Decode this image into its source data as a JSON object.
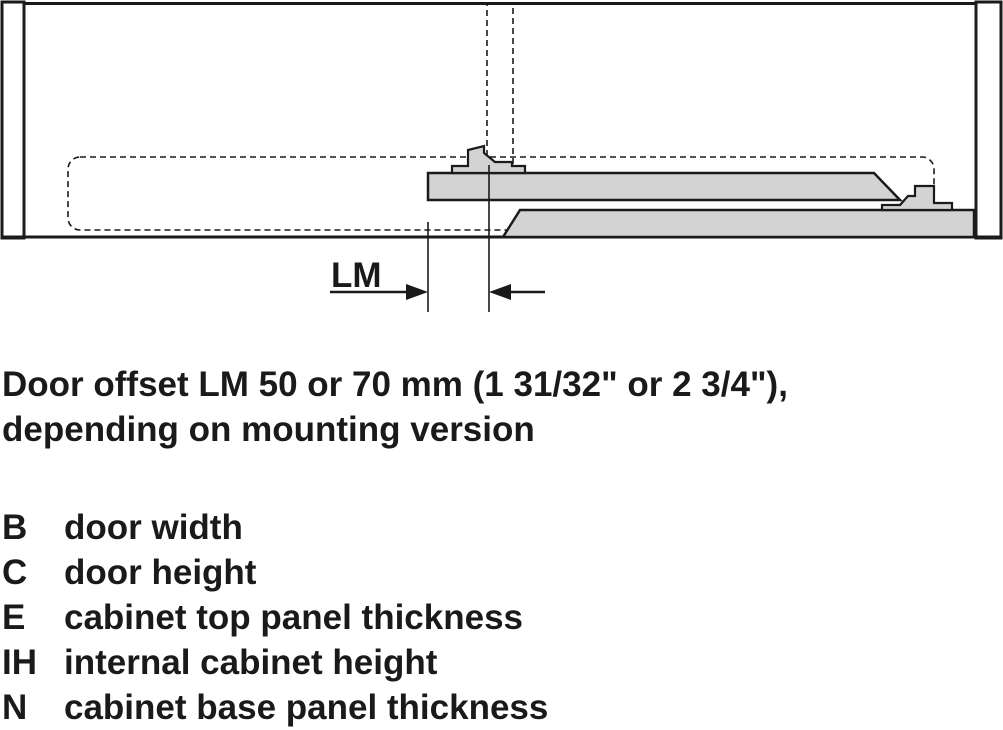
{
  "diagram": {
    "dimension_label": "LM",
    "fill_color": "#d3d3d3",
    "stroke_color": "#1a1a1a"
  },
  "caption": {
    "line1": "Door offset LM 50 or 70 mm (1 31/32\" or 2 3/4\"),",
    "line2": "depending on mounting version"
  },
  "legend": [
    {
      "key": "B",
      "desc": "door width"
    },
    {
      "key": "C",
      "desc": "door height"
    },
    {
      "key": "E",
      "desc": "cabinet top panel thickness"
    },
    {
      "key": "IH",
      "desc": "internal cabinet height"
    },
    {
      "key": "N",
      "desc": "cabinet base panel thickness"
    }
  ]
}
